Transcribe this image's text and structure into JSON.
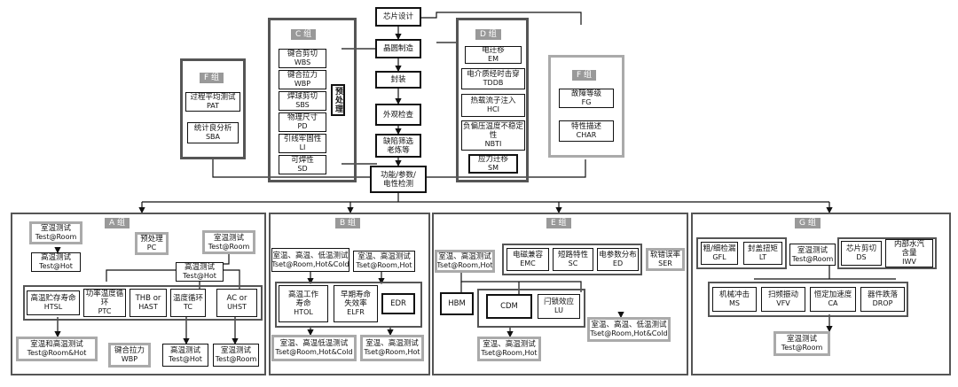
{
  "flow": {
    "chip_design": "芯片设计",
    "wafer_mfg": "晶圆制造",
    "packaging": "封装",
    "visual_inspection": "外观检查",
    "defect_screen": [
      "缺陷筛选",
      "老炼等"
    ],
    "func_test": [
      "功能/参数/",
      "电性检测"
    ]
  },
  "group_c": {
    "tag": "C 组",
    "items": [
      {
        "cn": "键合剪切",
        "en": "WBS"
      },
      {
        "cn": "键合拉力",
        "en": "WBP"
      },
      {
        "cn": "焊球剪切",
        "en": "SBS"
      },
      {
        "cn": "物理尺寸",
        "en": "PD"
      },
      {
        "cn": "引线牢固性",
        "en": "LI"
      },
      {
        "cn": "可焊性",
        "en": "SD"
      }
    ],
    "preprocess": "预处理"
  },
  "group_d": {
    "tag": "D 组",
    "items": [
      {
        "cn": "电迁移",
        "en": "EM"
      },
      {
        "cn": "电介质经时击穿",
        "en": "TDDB"
      },
      {
        "cn": "热载流子注入",
        "en": "HCI"
      },
      {
        "cn": "负偏压温度不稳定性",
        "en": "NBTI"
      },
      {
        "cn": "应力迁移",
        "en": "SM"
      }
    ]
  },
  "group_e_top": {
    "tag": "F 组",
    "items": [
      {
        "cn": "过程平均测试",
        "en": "PAT"
      },
      {
        "cn": "统计良分析",
        "en": "SBA"
      }
    ]
  },
  "group_f": {
    "tag": "F 组",
    "items": [
      {
        "cn": "故障等级",
        "en": "FG"
      },
      {
        "cn": "特性描述",
        "en": "CHAR"
      }
    ]
  },
  "group_a": {
    "tag": "A 组",
    "room_test": [
      "室温测试",
      "Test@Room"
    ],
    "hot_test": [
      "高温测试",
      "Test@Hot"
    ],
    "preprocess": [
      "预处理",
      "PC"
    ],
    "room_test2": [
      "室温测试",
      "Test@Room"
    ],
    "hot_test2": [
      "高温测试",
      "Test@Hot"
    ],
    "htsl": [
      "高温贮存寿命",
      "HTSL"
    ],
    "ptc": [
      "功率温度循环",
      "PTC"
    ],
    "hast": [
      "THB or",
      "HAST"
    ],
    "tc": [
      "温度循环",
      "TC"
    ],
    "uhst": [
      "AC or",
      "UHST"
    ],
    "room_hot": [
      "室温和高温测试",
      "Test@Room&Hot"
    ],
    "wbp": [
      "键合拉力",
      "WBP"
    ],
    "hot_test3": [
      "高温测试",
      "Test@Hot"
    ],
    "room_test3": [
      "室温测试",
      "Test@Room"
    ]
  },
  "group_b": {
    "tag": "B 组",
    "test1": [
      "室温、高温、低温测试",
      "Tset@Room,Hot&Cold"
    ],
    "test2": [
      "室温、高温测试",
      "Tset@Room,Hot"
    ],
    "htol": [
      "高温工作",
      "寿命",
      "HTOL"
    ],
    "elfr": [
      "早期寿命",
      "失效率",
      "ELFR"
    ],
    "edr": "EDR",
    "test3": [
      "室温、高温低温测试",
      "Tset@Room,Hot&Cold"
    ],
    "test4": [
      "室温、高温测试",
      "Tset@Room,Hot"
    ]
  },
  "group_e": {
    "tag": "E 组",
    "test1": [
      "室温、高温测试",
      "Tset@Room,Hot"
    ],
    "emc": [
      "电磁兼容",
      "EMC"
    ],
    "sc": [
      "短路特性",
      "SC"
    ],
    "ed": [
      "电参数分布",
      "ED"
    ],
    "ser": [
      "软错误率",
      "SER"
    ],
    "hbm": "HBM",
    "cdm": "CDM",
    "lu": [
      "闩锁效应",
      "LU"
    ],
    "test2": [
      "室温、高温、低温测试",
      "Tset@Room,Hot&Cold"
    ],
    "test3": [
      "室温、高温测试",
      "Tset@Room,Hot"
    ]
  },
  "group_g": {
    "tag": "G 组",
    "gfl": [
      "粗/细检漏",
      "GFL"
    ],
    "lt": [
      "封盖扭矩",
      "LT"
    ],
    "room_test": [
      "室温测试",
      "Test@Room"
    ],
    "ds": [
      "芯片剪切",
      "DS"
    ],
    "iwv": [
      "内部水汽",
      "含量",
      "IWV"
    ],
    "ms": [
      "机械冲击",
      "MS"
    ],
    "vfv": [
      "扫频振动",
      "VFV"
    ],
    "ca": [
      "恒定加速度",
      "CA"
    ],
    "drop": [
      "器件跌落",
      "DROP"
    ],
    "room_test2": [
      "室温测试",
      "Test@Room"
    ]
  }
}
